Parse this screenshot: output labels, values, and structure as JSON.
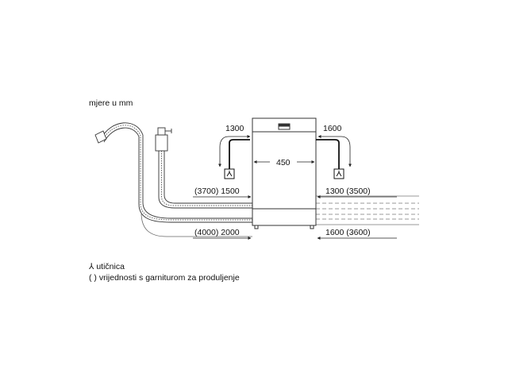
{
  "unit_label": "mjere u mm",
  "dims": {
    "left_top": "1300",
    "right_top": "1600",
    "width": "450",
    "left_mid": "(3700) 1500",
    "right_mid": "1300 (3500)",
    "left_bottom": "(4000) 2000",
    "right_bottom": "1600 (3600)"
  },
  "legend": {
    "socket_symbol": "⅄",
    "socket": "utičnica",
    "extension_symbol": "( )",
    "extension": "vrijednosti s garniturom za produljenje"
  }
}
